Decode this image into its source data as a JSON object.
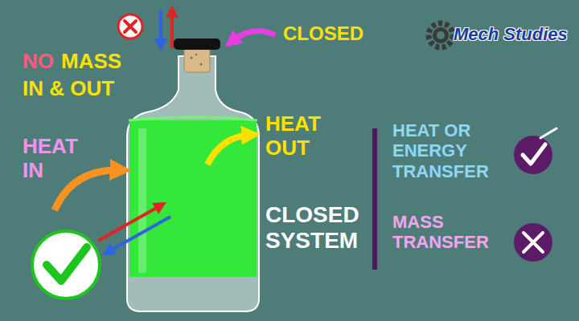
{
  "diagram": {
    "labels": [
      "CLOSED",
      "NO",
      "MASS",
      "IN & OUT",
      "HEAT IN",
      "HEAT OUT",
      "CLOSED SYSTEM",
      "HEAT OR ENERGY TRANSFER",
      "MASS TRANSFER",
      "Mech Studies"
    ]
  }
}
